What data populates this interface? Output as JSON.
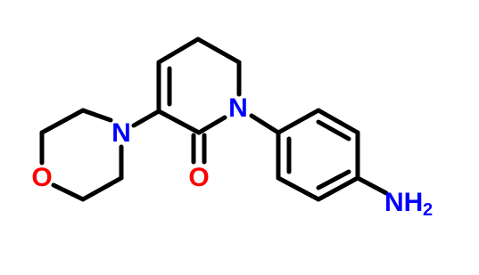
{
  "atoms": {
    "n_lactam": "N",
    "n_morpholine": "N",
    "o_morpholine": "O",
    "o_carbonyl": "O",
    "amine": "NH",
    "amine_subscript": "2"
  },
  "colors": {
    "bond": "#000000",
    "nitrogen": "#0000ff",
    "oxygen": "#ff0000",
    "background": "#ffffff"
  }
}
